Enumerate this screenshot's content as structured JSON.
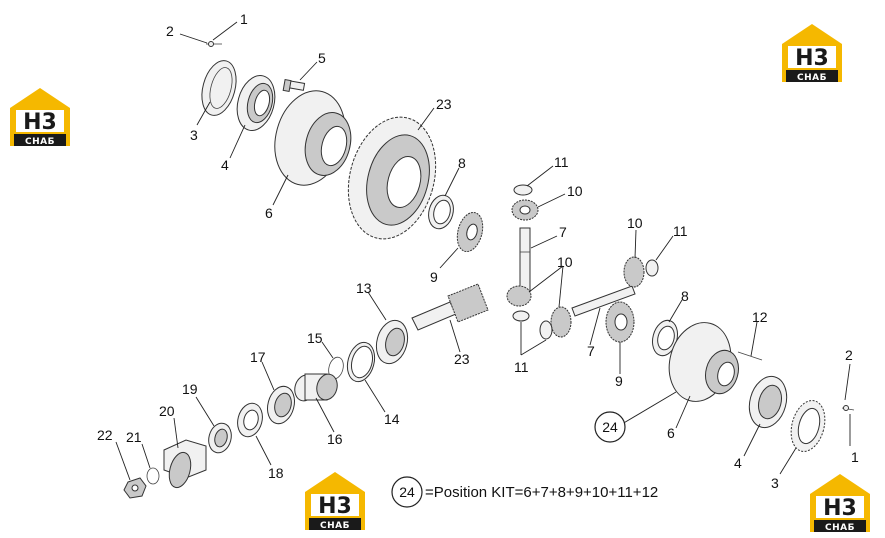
{
  "callouts": {
    "c1a": "1",
    "c2a": "2",
    "c3a": "3",
    "c4a": "4",
    "c5": "5",
    "c6a": "6",
    "c23a": "23",
    "c8a": "8",
    "c9a": "9",
    "c11a": "11",
    "c10a": "10",
    "c7a": "7",
    "c10b": "10",
    "c11b": "11",
    "c10c": "10",
    "c7b": "7",
    "c11c": "11",
    "c13": "13",
    "c23b": "23",
    "c8b": "8",
    "c12": "12",
    "c9b": "9",
    "c15": "15",
    "c17": "17",
    "c14": "14",
    "c16": "16",
    "c19": "19",
    "c20": "20",
    "c18": "18",
    "c22": "22",
    "c21": "21",
    "c24": "24",
    "c6b": "6",
    "c4b": "4",
    "c3b": "3",
    "c2b": "2",
    "c1b": "1"
  },
  "kit": {
    "number": "24",
    "text": "=Position KIT=6+7+8+9+10+11+12"
  },
  "logo": {
    "mark": "H3",
    "name": "СНАБ"
  },
  "colors": {
    "logo_yellow": "#f5b800",
    "logo_black": "#1a1a1a",
    "line": "#222222"
  }
}
